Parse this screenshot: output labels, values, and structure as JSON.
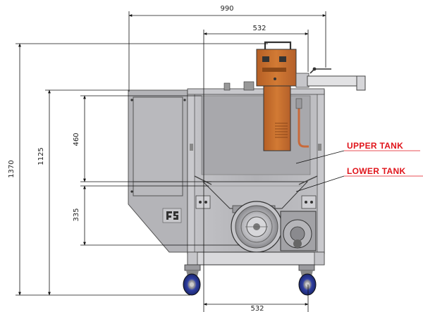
{
  "dimensions": {
    "overall_width": "990",
    "top_width": "532",
    "bottom_width": "532",
    "overall_height": "1370",
    "body_height": "1125",
    "upper_tank_height": "460",
    "lower_tank_height": "335"
  },
  "callouts": {
    "upper_tank": "UPPER TANK",
    "lower_tank": "LOWER TANK"
  },
  "colors": {
    "callout": "#e0141b",
    "frame": "#b9b9bd",
    "panel": "#a9a9ad",
    "heater": "#c9712e",
    "caster_wheel": "#2c3e9e"
  }
}
